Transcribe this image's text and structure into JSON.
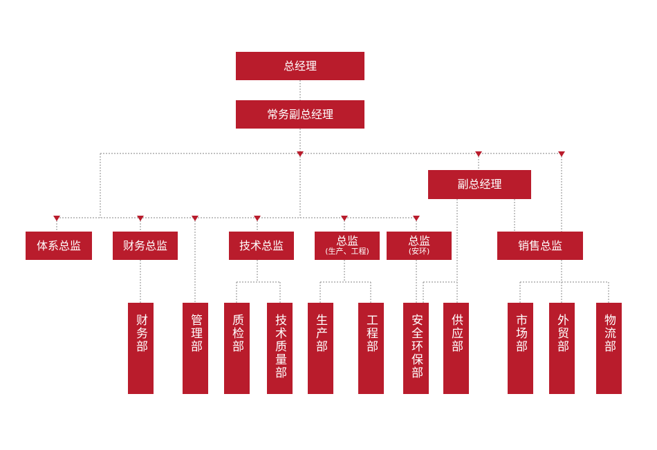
{
  "colors": {
    "box": "#b91c2c",
    "line": "#9b9b9b",
    "text": "#ffffff"
  },
  "nodes": {
    "gm": "总经理",
    "exec_vgm": "常务副总经理",
    "vgm": "副总经理",
    "dir_system": "体系总监",
    "dir_finance": "财务总监",
    "dir_tech": "技术总监",
    "dir_production": {
      "title": "总监",
      "sub": "(生产、工程)"
    },
    "dir_safety": {
      "title": "总监",
      "sub": "(安环)"
    },
    "dir_sales": "销售总监",
    "dept_finance": "财务部",
    "dept_management": "管理部",
    "dept_qc": "质检部",
    "dept_tech_quality": "技术质量部",
    "dept_production": "生产部",
    "dept_engineering": "工程部",
    "dept_safety": "安全环保部",
    "dept_supply": "供应部",
    "dept_market": "市场部",
    "dept_trade": "外贸部",
    "dept_logistics": "物流部"
  }
}
